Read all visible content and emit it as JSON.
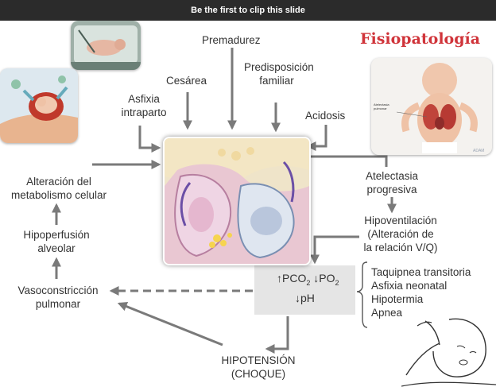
{
  "banner": {
    "text": "Be the first to clip this slide"
  },
  "slide": {
    "title": "Fisiopatología",
    "causes": {
      "premadurez": "Premadurez",
      "cesarea": "Cesárea",
      "predisposicion": [
        "Predisposición",
        "familiar"
      ],
      "asfixia": [
        "Asfixia",
        "intraparto"
      ],
      "acidosis": "Acidosis"
    },
    "cycle": {
      "alteracion": [
        "Alteración del",
        "metabolismo celular"
      ],
      "hipoperfusion": [
        "Hipoperfusión",
        "alveolar"
      ],
      "vasoconstriccion": [
        "Vasoconstricción",
        "pulmonar"
      ],
      "atelectasia": [
        "Atelectasia",
        "progresiva"
      ],
      "hipoventilacion": [
        "Hipoventilación",
        "(Alteración de",
        "la relación V/Q)"
      ],
      "hipotension": [
        "HIPOTENSIÓN",
        "(CHOQUE)"
      ]
    },
    "gases": {
      "arrow_up": "↑",
      "pco2": "PCO",
      "co2_sub": "2",
      "arrow_down": "↓",
      "po2": "PO",
      "o2_sub": "2",
      "ph_arrow": "↓",
      "ph": "pH"
    },
    "consequences": [
      "Taquipnea transitoria",
      "Asfixia neonatal",
      "Hipotermia",
      "Apnea"
    ],
    "infant_labels": [
      "Atelectasia",
      "pulmonar"
    ],
    "image_watermark": "ADAM",
    "colors": {
      "title": "#d0343a",
      "arrow": "#7a7a7a",
      "text": "#333333",
      "banner": "#2b2b2b",
      "gas_box": "#e5e5e5"
    }
  }
}
